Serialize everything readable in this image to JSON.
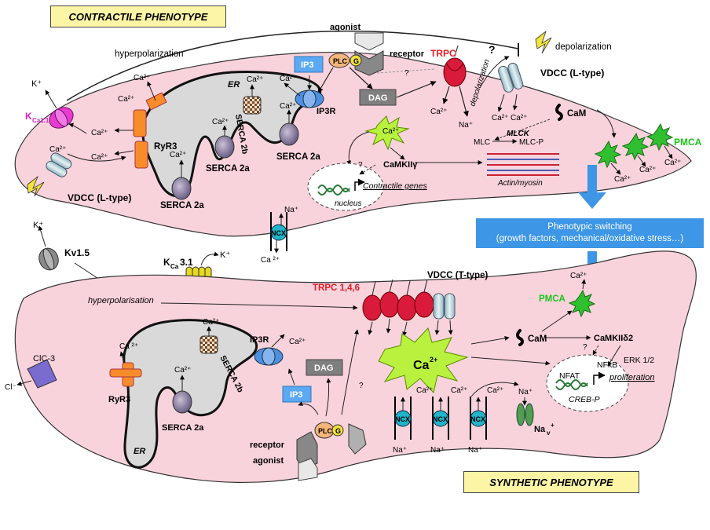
{
  "titles": {
    "top": "CONTRACTILE PHENOTYPE",
    "bottom": "SYNTHETIC PHENOTYPE"
  },
  "switching": {
    "line1": "Phenotypic switching",
    "line2": "(growth factors, mechanical/oxidative stress…)"
  },
  "top_cell": {
    "hyperpolarization": "hyperpolarization",
    "depolarization": "depolarization",
    "depolarization_rot": "depolarization",
    "agonist": "agonist",
    "receptor": "receptor",
    "plc": "PLC",
    "g": "G",
    "ip3": "IP3",
    "dag": "DAG",
    "trpc": "TRPC",
    "vdcc_right": "VDCC (L-type)",
    "vdcc_left": "VDCC (L-type)",
    "q1": "?",
    "q2": "?",
    "q3": "?",
    "kplus": "K⁺",
    "kca": "K",
    "kca_sub": "Ca1.1",
    "er": "ER",
    "ryr3": "RyR3",
    "serca2b": "SERCA 2b",
    "serca2a_1": "SERCA 2a",
    "serca2a_2": "SERCA 2a",
    "serca2a_3": "SERCA 2a",
    "ip3r": "IP3R",
    "cam": "CaM",
    "camk": "CaMKIIγ",
    "mlck": "MLCK",
    "mlc": "MLC",
    "mlcp": "MLC-P",
    "actin": "Actin/myosin",
    "pmca": "PMCA",
    "nucleus": "nucleus",
    "genes": "Contractile genes",
    "ca": "Ca²⁺",
    "na": "Na⁺"
  },
  "middle": {
    "ncx": "NCX",
    "na": "Na⁺",
    "ca": "Ca ²⁺",
    "kv": "Kv1.5",
    "kplus_left": "K⁺",
    "kca31": "K",
    "kca31_sub": "Ca",
    "kca31_num": "3.1",
    "kplus_right": "K⁺"
  },
  "bottom_cell": {
    "hyperpolarisation": "hyperpolarisation",
    "trpc": "TRPC 1,4,6",
    "vdcc": "VDCC (T-type)",
    "pmca": "PMCA",
    "cam": "CaM",
    "camk": "CaMKIIδ2",
    "erk": "ERK 1/2",
    "nfkb": "NFkB",
    "nfat": "NFAT",
    "proliferation": "proliferation",
    "creb": "CREB-P",
    "ca_big": "Ca",
    "ca_big_sup": "2+",
    "clc": "ClC-3",
    "cl": "Cl⁻",
    "ryr3": "RyR3",
    "er": "ER",
    "serca2b": "SERCA 2b",
    "serca2a": "SERCA 2a",
    "ip3r": "IP3R",
    "ip3": "IP3",
    "dag": "DAG",
    "receptor": "receptor",
    "agonist": "agonist",
    "plc": "PLC",
    "g": "G",
    "ncx": "NCX",
    "nav": "Na",
    "nav_sub": "v",
    "nav_sup": "+",
    "q1": "?",
    "q2": "?",
    "ca": "Ca²⁺",
    "ca_spaced": "Ca ²⁺",
    "na": "Na⁺"
  }
}
